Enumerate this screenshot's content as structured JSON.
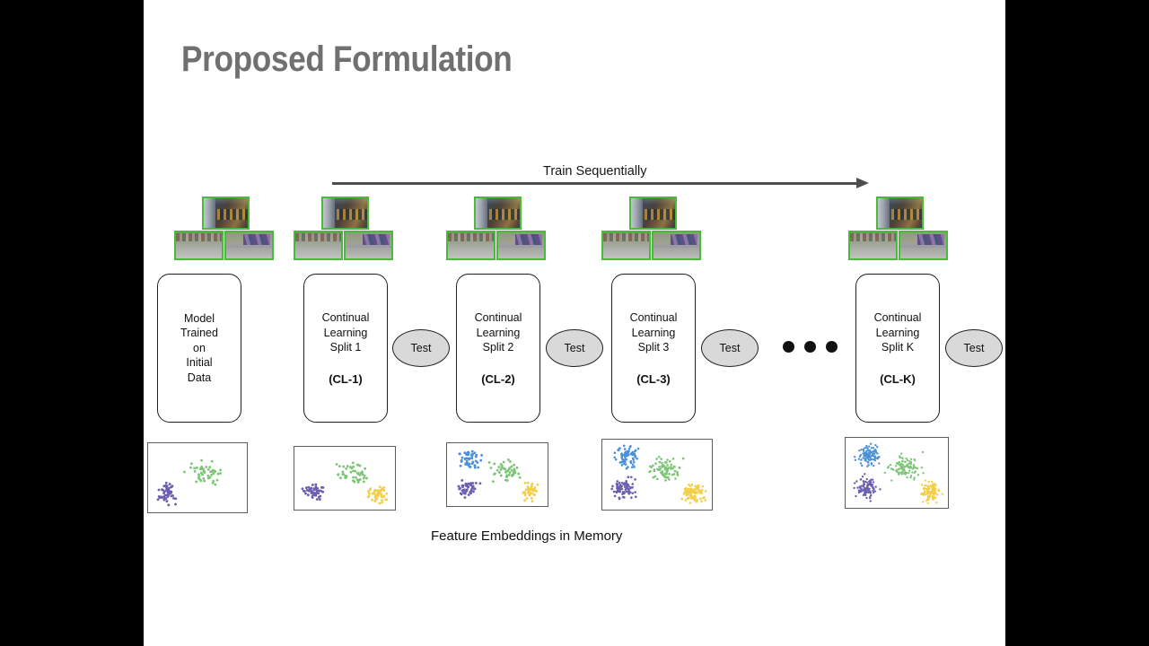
{
  "slide": {
    "title": "Proposed Formulation",
    "background_color": "#ffffff",
    "letterbox_color": "#000000",
    "title_color": "#707070"
  },
  "flow": {
    "arrow_label": "Train Sequentially",
    "arrow_color": "#4d4d4d",
    "ellipsis": "• • •"
  },
  "stages": [
    {
      "id": "initial",
      "lines": [
        "Model",
        "Trained",
        "on",
        "Initial",
        "Data"
      ],
      "code": "",
      "has_thumbnails": true,
      "has_test": false
    },
    {
      "id": "cl-1",
      "lines": [
        "Continual",
        "Learning",
        "Split 1"
      ],
      "code": "(CL-1)",
      "has_thumbnails": true,
      "has_test": true
    },
    {
      "id": "cl-2",
      "lines": [
        "Continual",
        "Learning",
        "Split 2"
      ],
      "code": "(CL-2)",
      "has_thumbnails": true,
      "has_test": true
    },
    {
      "id": "cl-3",
      "lines": [
        "Continual",
        "Learning",
        "Split 3"
      ],
      "code": "(CL-3)",
      "has_thumbnails": true,
      "has_test": true
    },
    {
      "id": "cl-k",
      "lines": [
        "Continual",
        "Learning",
        "Split K"
      ],
      "code": "(CL-K)",
      "has_thumbnails": true,
      "has_test": true
    }
  ],
  "test_label": "Test",
  "thumbnails": {
    "border_color": "#4aba3c",
    "count_per_group": 3,
    "captions": [
      "night-street-shelves",
      "daytime-market-crowd",
      "market-purple-goods"
    ]
  },
  "memory": {
    "caption": "Feature Embeddings in Memory",
    "cluster_colors": {
      "green": "#7cc576",
      "purple": "#6a5fb0",
      "yellow": "#f2cf4a",
      "blue": "#4a90d9"
    },
    "panels": [
      {
        "id": "panel-1",
        "clusters": [
          "green",
          "purple"
        ],
        "density": 1
      },
      {
        "id": "panel-2",
        "clusters": [
          "green",
          "purple",
          "yellow"
        ],
        "density": 1
      },
      {
        "id": "panel-3",
        "clusters": [
          "green",
          "purple",
          "yellow",
          "blue"
        ],
        "density": 1
      },
      {
        "id": "panel-4",
        "clusters": [
          "green",
          "purple",
          "yellow",
          "blue"
        ],
        "density": 2
      },
      {
        "id": "panel-5",
        "clusters": [
          "green",
          "purple",
          "yellow",
          "blue"
        ],
        "density": 3
      }
    ]
  }
}
